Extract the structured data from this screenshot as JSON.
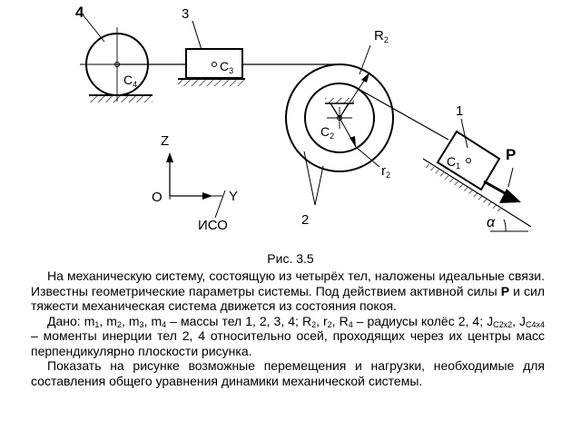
{
  "figure": {
    "labels": {
      "body4_number": "4",
      "body4_center": "C",
      "body4_center_sub": "4",
      "body3_number": "3",
      "body3_center": "C",
      "body3_center_sub": "3",
      "radius_R": "R",
      "radius_R_sub": "2",
      "body2_center": "C",
      "body2_center_sub": "2",
      "radius_r": "r",
      "radius_r_sub": "2",
      "body2_number": "2",
      "body1_number": "1",
      "body1_center": "C",
      "body1_center_sub": "1",
      "force": "P",
      "angle": "α",
      "axis_z": "Z",
      "axis_y": "Y",
      "origin": "O",
      "frame": "ИСО"
    }
  },
  "caption": "Рис. 3.5",
  "paragraphs": {
    "p1": "На механическую систему, состоящую из четырёх тел, наложены идеальные связи. Известны геометрические параметры системы. Под действием активной силы ",
    "p1_bold": "P",
    "p1_end": " и сил тяжести механическая система движется из состояния покоя.",
    "p2_given": "Дано: ",
    "p2_masses": "m",
    "p2_sub_1": "1",
    "p2_sub_2": "2",
    "p2_sub_3": "3",
    "p2_sub_4": "4",
    "p2_comma": ", ",
    "p2_masses_text": " – массы тел 1, 2, 3, 4; ",
    "p2_R": "R",
    "p2_r": "r",
    "p2_radii_text": " – радиусы колёс 2, 4;",
    "p2_J": "J",
    "p2_J2_sub": "C2x2",
    "p2_J4_sub": "C4x4",
    "p2_inertia_text": " – моменты инерции тел 2, 4 относительно осей, проходящих через их центры масс перпендикулярно плоскости рисунка.",
    "p3": "Показать на рисунке возможные перемещения и нагрузки, необходимые для составления общего уравнения динамики механической системы."
  }
}
